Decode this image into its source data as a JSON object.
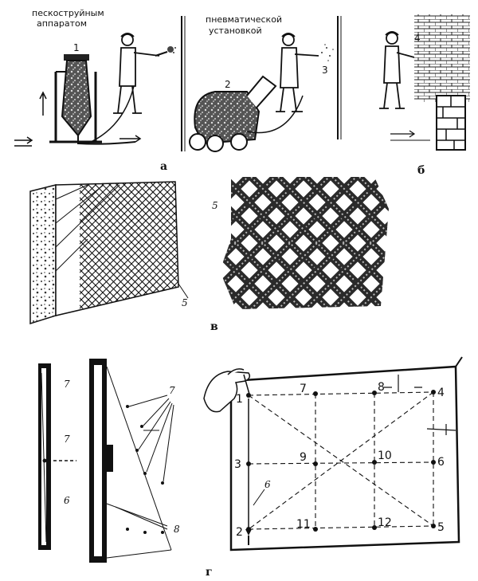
{
  "panel_a": {
    "caption_sandblast": [
      "пескоструйным",
      "аппаратом"
    ],
    "caption_pneumatic": [
      "пневматической",
      "установкой"
    ],
    "marker_1": "1",
    "marker_2": "2",
    "marker_3": "3",
    "letter": "а"
  },
  "panel_b": {
    "marker_4": "4",
    "letter": "б"
  },
  "panel_v": {
    "marker_5_wall": "5",
    "marker_5_mesh": "5",
    "letter": "в"
  },
  "panel_g": {
    "letter": "г",
    "left_markers": {
      "m7_top": "7",
      "m7_mid": "7",
      "m6": "6"
    },
    "side_markers": {
      "m7": "7",
      "m8": "8"
    },
    "grid_points": {
      "p1": "1",
      "p2": "2",
      "p3": "3",
      "p4": "4",
      "p5": "5",
      "p6": "6",
      "p7": "7",
      "p8": "8",
      "p9": "9",
      "p10": "10",
      "p11": "11",
      "p12": "12"
    },
    "line_label_6": "6"
  }
}
